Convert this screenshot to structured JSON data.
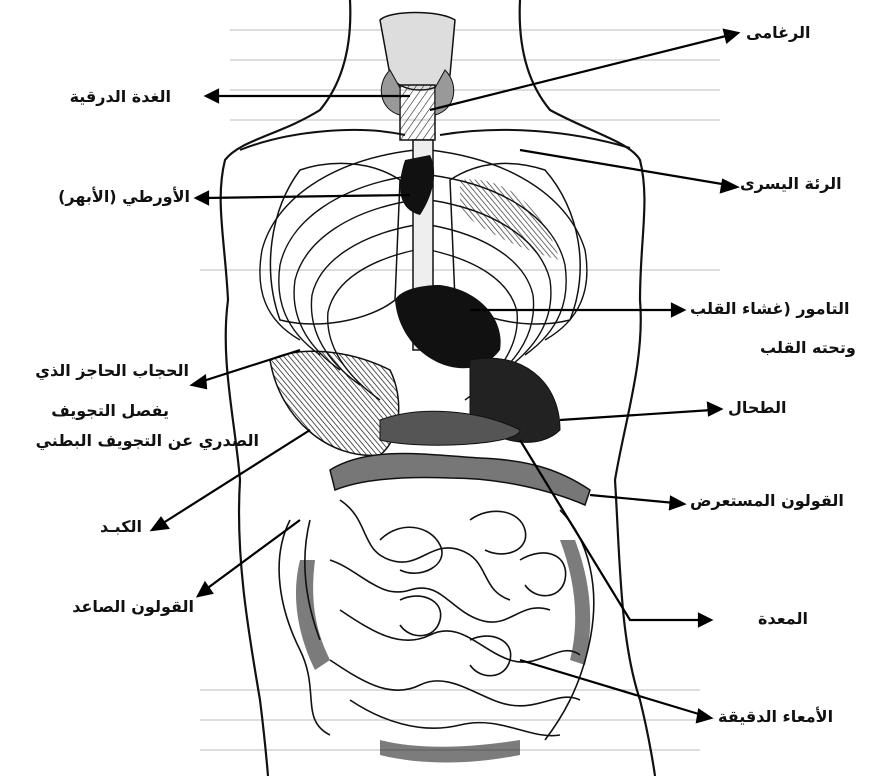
{
  "labels": {
    "trachea": "الرغامى",
    "thyroid": "الغدة الدرقية",
    "left_lung": "الرئة اليسرى",
    "aorta": "الأورطي (الأبهر)",
    "pericardium_1": "التامور (غشاء القلب",
    "pericardium_2": "وتحته القلب",
    "diaphragm_1": "الحجاب الحاجز الذي",
    "diaphragm_2": "يفصل التجويف",
    "diaphragm_3": "الصدري عن التجويف البطني",
    "spleen": "الطحال",
    "transverse_colon": "القولون المستعرض",
    "liver": "الكبـد",
    "ascending_colon": "القولون الصاعد",
    "stomach": "المعدة",
    "small_intestine": "الأمعاء الدقيقة"
  }
}
